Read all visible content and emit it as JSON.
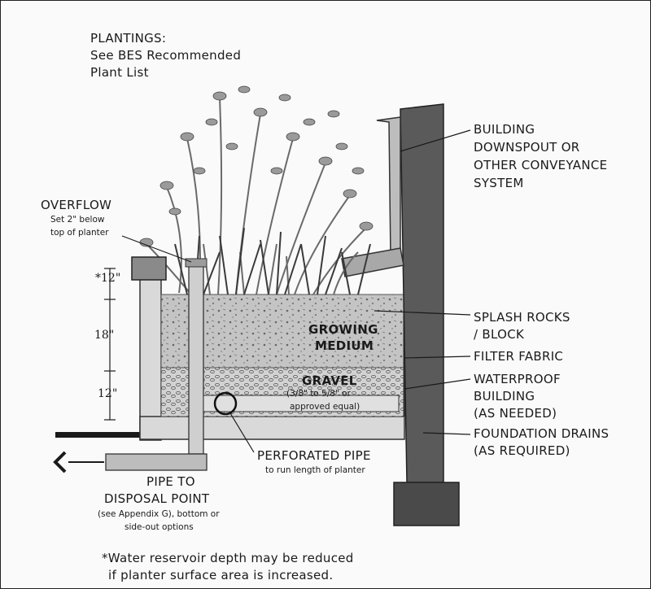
{
  "plantings": {
    "title": "PLANTINGS:",
    "line1": "See BES Recommended",
    "line2": "Plant List"
  },
  "building": {
    "line1": "BUILDING",
    "line2": "DOWNSPOUT OR",
    "line3": "OTHER CONVEYANCE",
    "line4": "SYSTEM"
  },
  "overflow": {
    "title": "OVERFLOW",
    "note1": "Set 2\" below",
    "note2": "top of planter"
  },
  "dimensions": {
    "top": "*12\"",
    "middle": "18\"",
    "bottom": "12\""
  },
  "growing_medium": {
    "line1": "GROWING",
    "line2": "MEDIUM"
  },
  "gravel": {
    "title": "GRAVEL",
    "note1": "(3/8\" to 5/8\" or",
    "note2": "approved equal)"
  },
  "splash": {
    "line1": "SPLASH ROCKS",
    "line2": "/ BLOCK"
  },
  "filter_fabric": "FILTER FABRIC",
  "waterproof": {
    "line1": "WATERPROOF",
    "line2": "BUILDING",
    "line3": "(AS NEEDED)"
  },
  "foundation": {
    "line1": "FOUNDATION DRAINS",
    "line2": "(AS REQUIRED)"
  },
  "perforated": {
    "title": "PERFORATED PIPE",
    "note": "to run length of planter"
  },
  "disposal": {
    "line1": "PIPE TO",
    "line2": "DISPOSAL POINT",
    "note1": "(see Appendix G), bottom or",
    "note2": "side-out options"
  },
  "footnote": {
    "line1": "*Water reservoir depth may be reduced",
    "line2": "if planter surface area is increased."
  },
  "colors": {
    "ink": "#1a1a1a",
    "soil": "#bdbdbd",
    "gravel": "#d0d0d0",
    "wall": "#555555",
    "foliage": "#8a8a8a"
  }
}
